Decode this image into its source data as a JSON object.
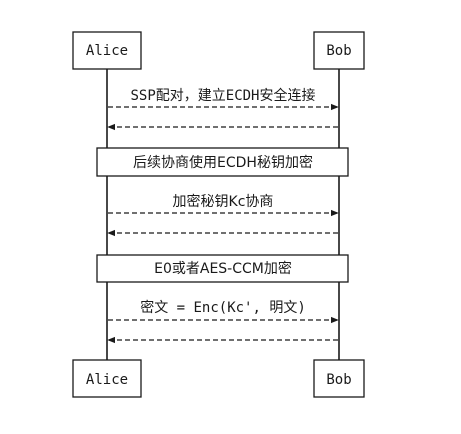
{
  "participants": {
    "left": "Alice",
    "right": "Bob"
  },
  "messages": [
    {
      "label": "SSP配对，建立ECDH安全连接",
      "direction": "left-to-right",
      "style": "dashed"
    },
    {
      "label": "",
      "direction": "right-to-left",
      "style": "dashed"
    },
    {
      "label": "加密秘钥Kc协商",
      "direction": "left-to-right",
      "style": "dashed"
    },
    {
      "label": "",
      "direction": "right-to-left",
      "style": "dashed"
    },
    {
      "label": "密文 = Enc(Kc', 明文)",
      "direction": "left-to-right",
      "style": "dashed"
    },
    {
      "label": "",
      "direction": "right-to-left",
      "style": "dashed"
    }
  ],
  "notes": [
    "后续协商使用ECDH秘钥加密",
    "E0或者AES-CCM加密"
  ]
}
